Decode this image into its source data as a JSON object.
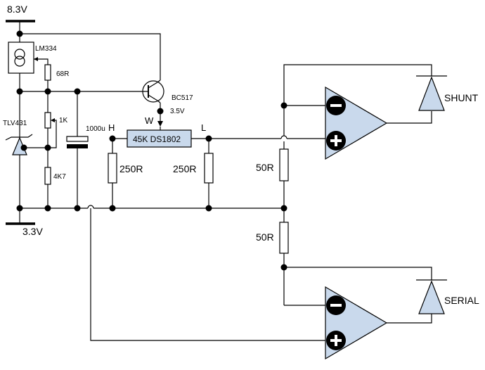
{
  "rails": {
    "top_voltage": "8.3V",
    "bottom_voltage": "3.3V"
  },
  "components": {
    "current_source": "LM334",
    "r_68": "68R",
    "transistor": "BC517",
    "wiper_voltage": "3.5V",
    "regulator": "TLV431",
    "trim_pot": "1K",
    "r_4k7": "4K7",
    "capacitor": "1000u",
    "digipot": "45K DS1802",
    "pin_h": "H",
    "pin_w": "W",
    "pin_l": "L",
    "r_250_left": "250R",
    "r_250_right": "250R",
    "r_50_top": "50R",
    "r_50_bottom": "50R"
  },
  "outputs": {
    "shunt": "SHUNT",
    "serial": "SERIAL"
  },
  "colors": {
    "fill": "#c9d9ec",
    "wire": "#000000"
  }
}
